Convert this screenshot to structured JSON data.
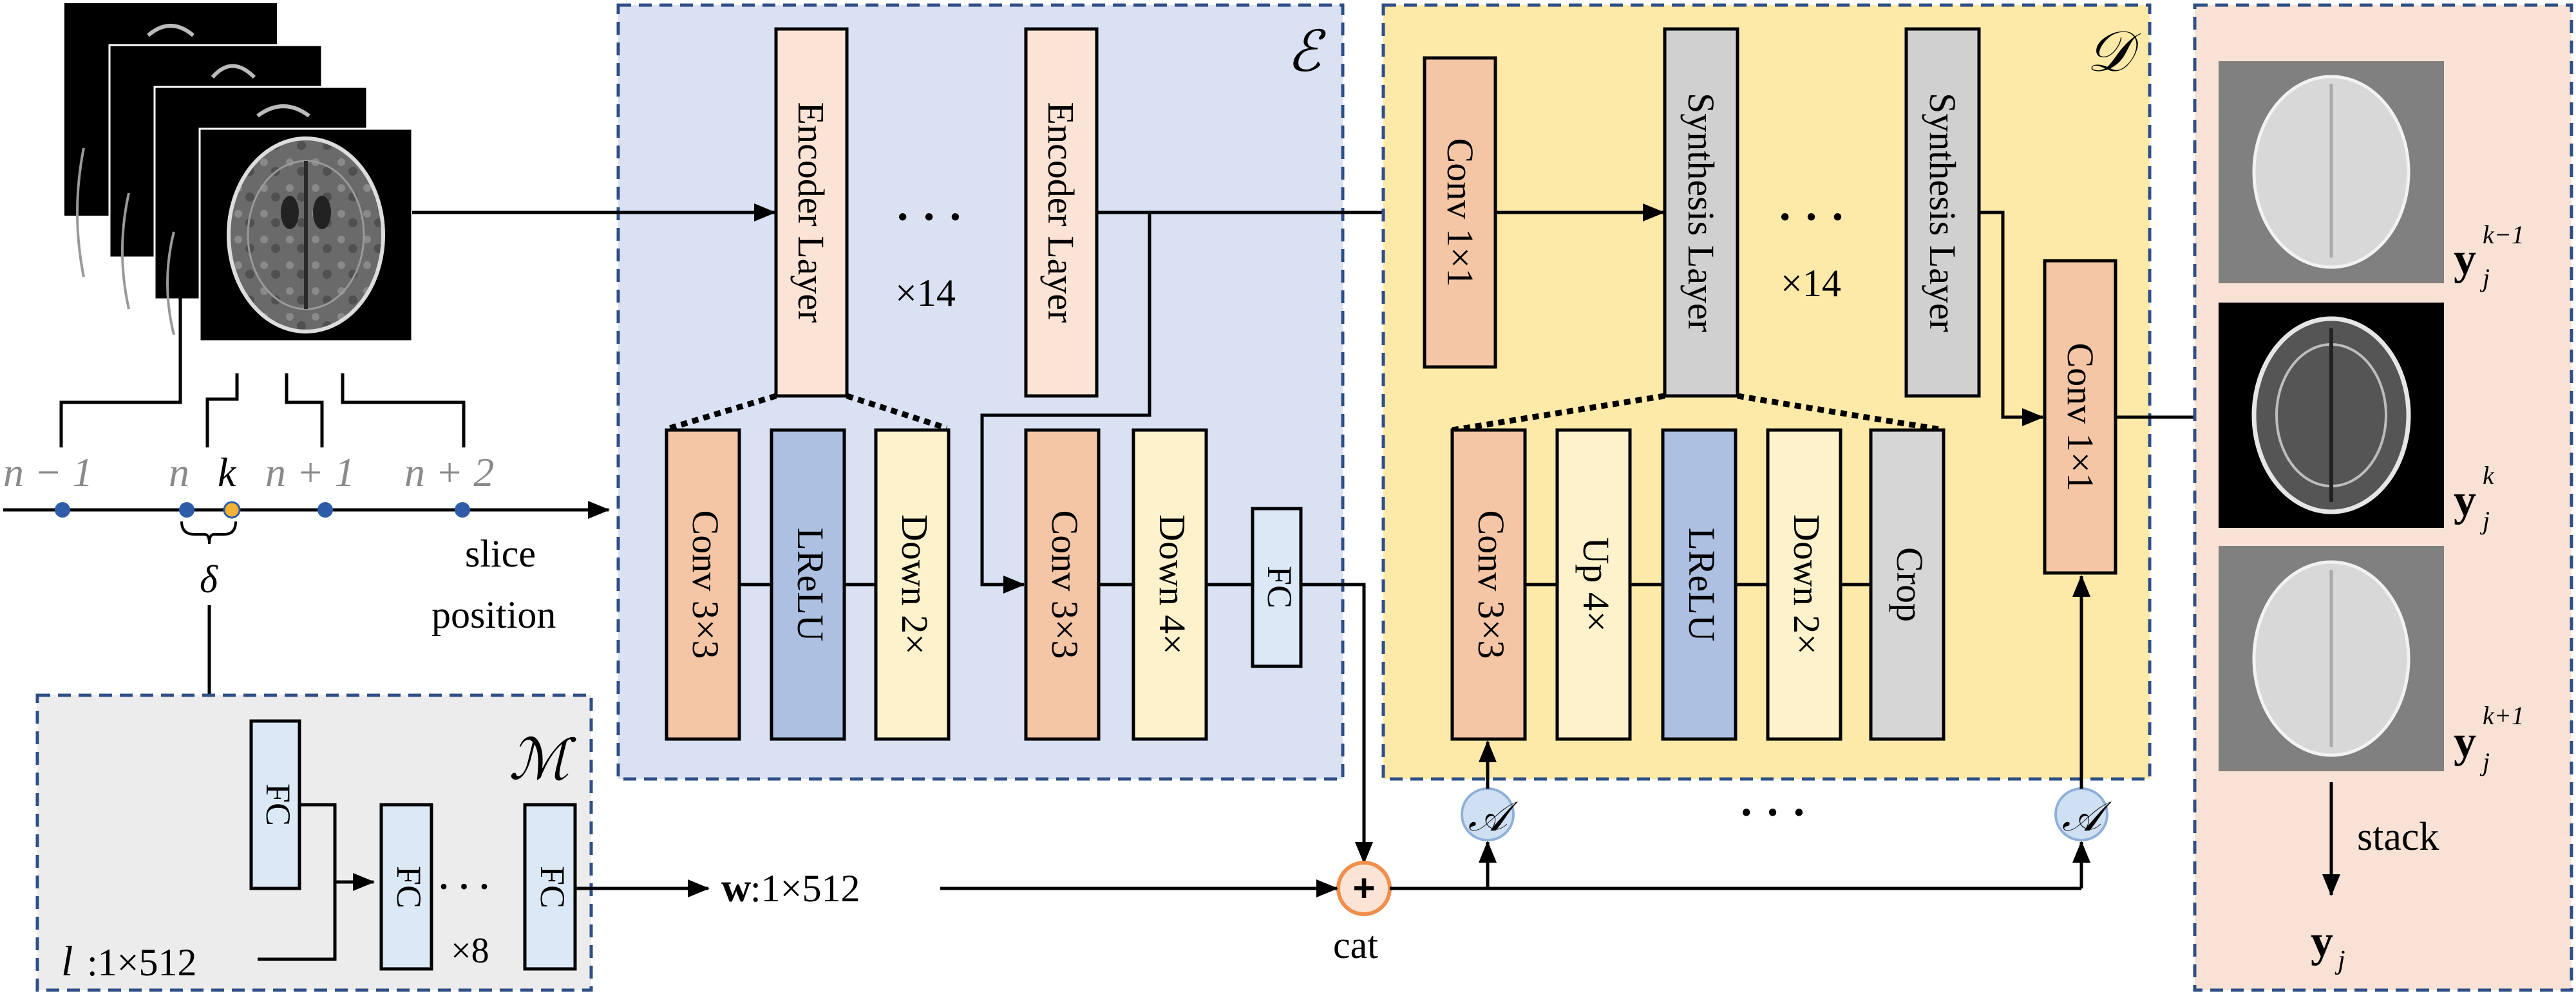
{
  "encoder": {
    "symbol": "ℰ",
    "layer_label": "Encoder Layer",
    "repeat": "×14",
    "dots": "· · ·",
    "sub_blocks": [
      "Conv 3×3",
      "LReLU",
      "Down 2×"
    ],
    "final_blocks": [
      "Conv 3×3",
      "Down 4×",
      "FC"
    ]
  },
  "decoder": {
    "symbol": "𝒟",
    "conv_in": "Conv 1×1",
    "layer_label": "Synthesis Layer",
    "repeat": "×14",
    "dots": "· · ·",
    "sub_blocks": [
      "Conv 3×3",
      "Up 4×",
      "LReLU",
      "Down 2×",
      "Crop"
    ],
    "conv_out": "Conv 1×1",
    "affine": "𝒜",
    "affine_dots": "· · ·"
  },
  "mapping": {
    "symbol": "ℳ",
    "fc": "FC",
    "dots": "· · ·",
    "repeat": "×8",
    "latent_l": "l",
    "latent_l_dim": ":1×512",
    "w_label": "w",
    "w_dim": ":1×512"
  },
  "concat": {
    "symbol": "+",
    "label": "cat"
  },
  "slices": {
    "labels": [
      "n − 1",
      "n",
      "k",
      "n + 1",
      "n + 2"
    ],
    "delta": "δ",
    "axis_label_line1": "slice",
    "axis_label_line2": "position"
  },
  "output": {
    "labels": [
      "k−1",
      "k",
      "k+1"
    ],
    "y_sym": "y",
    "y_sub": "j",
    "stack_label": "stack",
    "final": "y",
    "final_sub": "j"
  },
  "colors": {
    "encoder_bg": "#d9e1f2",
    "decoder_bg": "#fde9a8",
    "mapping_bg": "#ececec",
    "output_bg": "#f8e2d6",
    "frame": "#2f4f86",
    "conv": "#f4c6a6",
    "lrelu": "#adc0e2",
    "down": "#fdf2cc",
    "fc": "#dbe9f7",
    "encoder_layer": "#fbe4d5",
    "synthesis_layer": "#d0d0d0",
    "crop": "#d6d6d6",
    "dot_blue": "#2e5ca8",
    "dot_orange": "#f2b233"
  }
}
